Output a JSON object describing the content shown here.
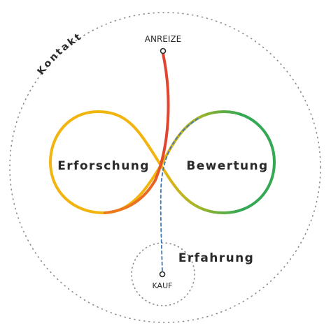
{
  "diagram": {
    "outer_label": "Kontakt",
    "inner_label": "Erfahrung",
    "top_node_label": "ANREIZE",
    "bottom_node_label": "KAUF",
    "left_loop_label": "Erforschung",
    "right_loop_label": "Bewertung"
  },
  "colors": {
    "left_loop": "#f2b40f",
    "right_loop": "#34a853",
    "trigger_path": "#e2442f",
    "purchase_path": "#3f77bf",
    "dotted_outline": "#8a8a8a",
    "text": "#2a2a2a"
  }
}
